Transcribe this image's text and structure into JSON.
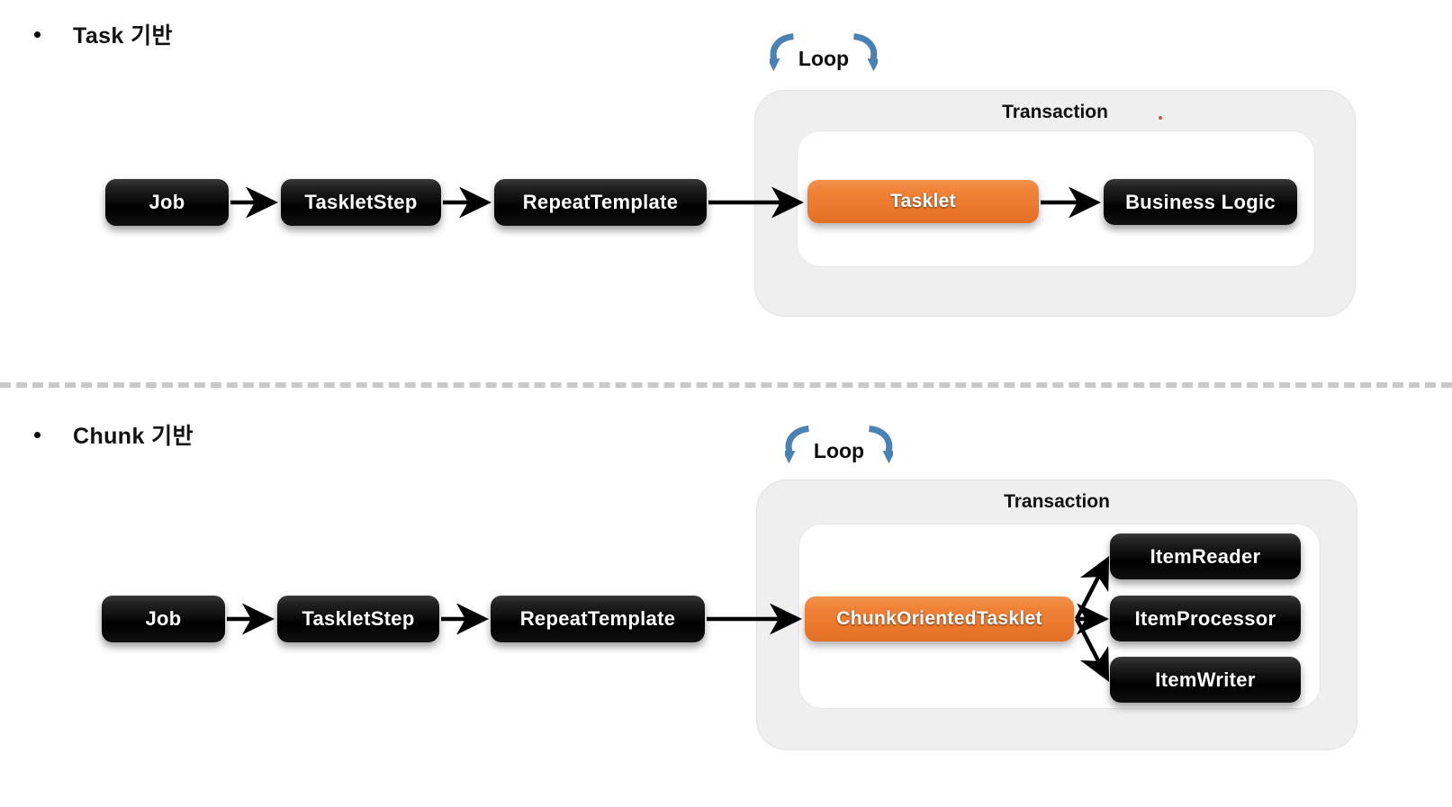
{
  "page": {
    "background": "#ffffff",
    "accent_dark": "#000000",
    "accent_orange": "#ee8033",
    "accent_blue": "#4a82b8",
    "container_gray": "#efefef",
    "divider_gray": "#c9c9c9"
  },
  "sections": [
    {
      "id": "task-based",
      "bullet": "•",
      "heading": "Task 기반",
      "loop": {
        "label": "Loop",
        "icon_left": "loop-arrow-left-icon",
        "icon_right": "loop-arrow-right-icon"
      },
      "transaction": {
        "label": "Transaction"
      },
      "flow": [
        {
          "id": "job",
          "label": "Job",
          "style": "dark"
        },
        {
          "id": "tasklet-step",
          "label": "TaskletStep",
          "style": "dark"
        },
        {
          "id": "repeat-template",
          "label": "RepeatTemplate",
          "style": "dark"
        },
        {
          "id": "tasklet",
          "label": "Tasklet",
          "style": "orange"
        },
        {
          "id": "business-logic",
          "label": "Business Logic",
          "style": "dark"
        }
      ]
    },
    {
      "id": "chunk-based",
      "bullet": "•",
      "heading": "Chunk 기반",
      "loop": {
        "label": "Loop",
        "icon_left": "loop-arrow-left-icon",
        "icon_right": "loop-arrow-right-icon"
      },
      "transaction": {
        "label": "Transaction"
      },
      "flow": [
        {
          "id": "job",
          "label": "Job",
          "style": "dark"
        },
        {
          "id": "tasklet-step",
          "label": "TaskletStep",
          "style": "dark"
        },
        {
          "id": "repeat-template",
          "label": "RepeatTemplate",
          "style": "dark"
        },
        {
          "id": "chunk-oriented-tasklet",
          "label": "ChunkOrientedTasklet",
          "style": "orange"
        }
      ],
      "branches": [
        {
          "id": "item-reader",
          "label": "ItemReader",
          "style": "dark"
        },
        {
          "id": "item-processor",
          "label": "ItemProcessor",
          "style": "dark"
        },
        {
          "id": "item-writer",
          "label": "ItemWriter",
          "style": "dark"
        }
      ]
    }
  ]
}
